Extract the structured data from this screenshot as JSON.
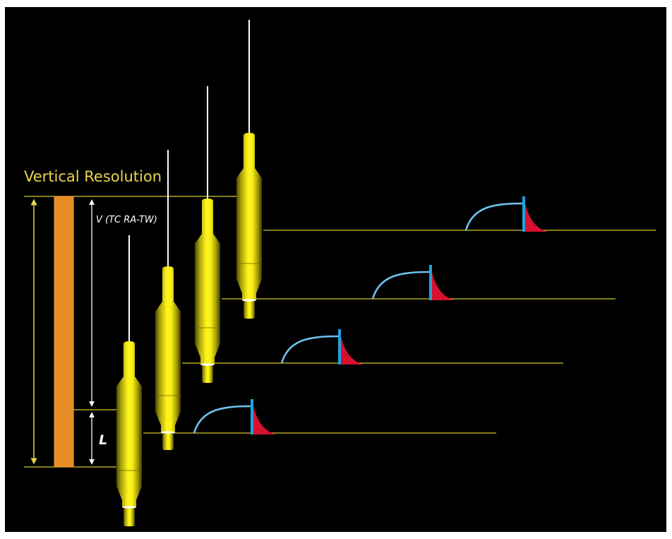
{
  "diagram": {
    "title": "Vertical Resolution",
    "v_label": "V (TC RA-TW)",
    "l_label": "L",
    "colors": {
      "background": "#000000",
      "probe_yellow": "#f3ec1c",
      "guide_line": "#d4c82a",
      "column_orange": "#e88c25",
      "arrow_white": "#ffffff",
      "response_curve": "#6cc1ee",
      "step_bar": "#1fa3dd",
      "decay_fill": "#d8102e"
    },
    "probe_count": 4
  }
}
